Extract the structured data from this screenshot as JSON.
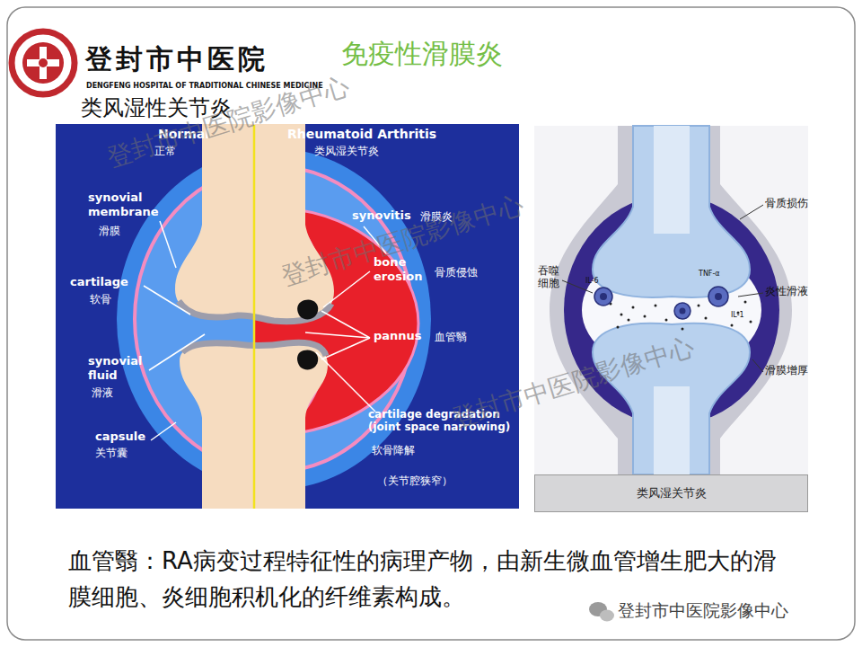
{
  "diagram": {
    "title": "免疫性滑膜炎",
    "caption": "血管翳：RA病变过程特征性的病理产物，由新生微血管增生肥大的滑膜细胞、炎细胞积机化的纤维素构成。",
    "nodes": [
      {
        "text": [
          "类风湿关节炎"
        ]
      }
    ],
    "labels": [
      "登封市中医院",
      "DENGFENG HOSPITAL OF TRADITIONAL CHINESE MEDICINE",
      "类风湿性关节炎",
      "Normal",
      "正常",
      "Rheumatoid Arthritis",
      "类风湿关节炎",
      "synovial membrane",
      "滑膜",
      "cartilage",
      "软骨",
      "synovial fluid",
      "滑液",
      "capsule",
      "关节囊",
      "synovitis",
      "滑膜炎",
      "bone erosion",
      "骨质侵蚀",
      "pannus",
      "血管翳",
      "cartilage degradation (joint space narrowing)",
      "软骨降解",
      "（关节腔狭窄）",
      "骨质损伤",
      "吞噬细胞",
      "炎性滑液",
      "滑膜增厚",
      "IL-6",
      "TNF-α",
      "IL-1",
      "登封市中医院影像中心",
      "登封市中医院影像中心",
      "登封市中医院影像中心",
      "登封市中医院影像中心"
    ]
  }
}
